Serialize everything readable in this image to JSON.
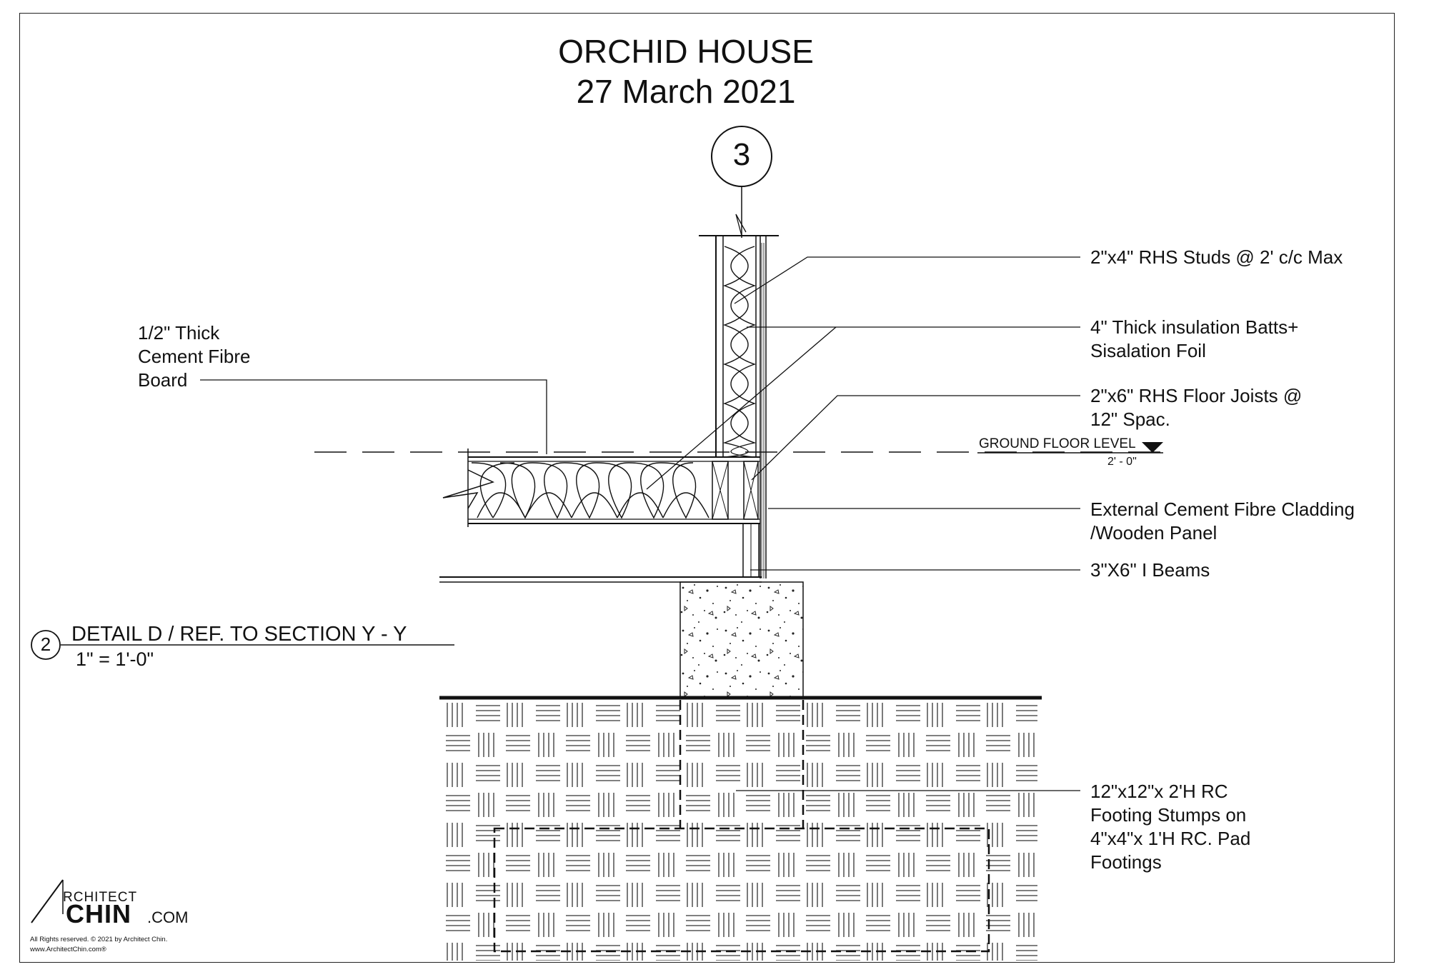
{
  "title": "ORCHID HOUSE",
  "date": "27 March 2021",
  "section_marker": "3",
  "labels": {
    "studs": "2\"x4\" RHS Studs @ 2' c/c Max",
    "insulation_1": "4\" Thick insulation Batts+",
    "insulation_2": "Sisalation Foil",
    "joists_1": "2\"x6\" RHS Floor Joists @",
    "joists_2": "12\" Spac.",
    "ground_floor_level": "GROUND FLOOR LEVEL",
    "ground_floor_value": "2' - 0\"",
    "cladding_1": "External Cement Fibre Cladding",
    "cladding_2": "/Wooden Panel",
    "beams": "3\"X6\" I Beams",
    "footing_1": "12\"x12\"x 2'H RC",
    "footing_2": "Footing Stumps on",
    "footing_3": "4\"x4\"x 1'H RC. Pad",
    "footing_4": "Footings",
    "board_1": "1/2\" Thick",
    "board_2": "Cement Fibre",
    "board_3": "Board"
  },
  "detail": {
    "number": "2",
    "title": "DETAIL D  / REF. TO SECTION Y - Y",
    "scale": "1\" = 1'-0\""
  },
  "logo": {
    "top": "RCHITECT",
    "main": "CHIN",
    "suffix": ".COM"
  },
  "copyright": {
    "line1": "All Rights reserved. © 2021 by Architect Chin.",
    "line2": "www.ArchitectChin.com®"
  }
}
